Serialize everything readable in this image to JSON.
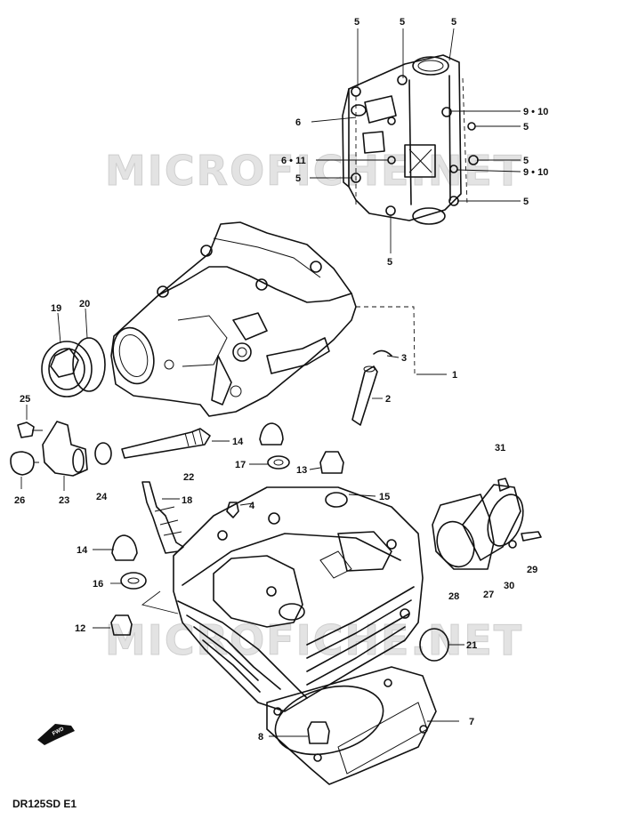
{
  "watermark": "MICROFICHE.NET",
  "model_code": "DR125SD E1",
  "fwd_label": "FWD",
  "callouts": [
    {
      "id": "c5a",
      "text": "5"
    },
    {
      "id": "c5b",
      "text": "5"
    },
    {
      "id": "c5c",
      "text": "5"
    },
    {
      "id": "c6",
      "text": "6"
    },
    {
      "id": "c910a",
      "text": "9 • 10"
    },
    {
      "id": "c5d",
      "text": "5"
    },
    {
      "id": "c611",
      "text": "6 • 11"
    },
    {
      "id": "c5e",
      "text": "5"
    },
    {
      "id": "c5f",
      "text": "5"
    },
    {
      "id": "c910b",
      "text": "9 • 10"
    },
    {
      "id": "c5g",
      "text": "5"
    },
    {
      "id": "c5h",
      "text": "5"
    },
    {
      "id": "c19",
      "text": "19"
    },
    {
      "id": "c20",
      "text": "20"
    },
    {
      "id": "c3",
      "text": "3"
    },
    {
      "id": "c1",
      "text": "1"
    },
    {
      "id": "c2",
      "text": "2"
    },
    {
      "id": "c25",
      "text": "25"
    },
    {
      "id": "c14a",
      "text": "14"
    },
    {
      "id": "c31",
      "text": "31"
    },
    {
      "id": "c17",
      "text": "17"
    },
    {
      "id": "c13",
      "text": "13"
    },
    {
      "id": "c22",
      "text": "22"
    },
    {
      "id": "c26",
      "text": "26"
    },
    {
      "id": "c23",
      "text": "23"
    },
    {
      "id": "c24",
      "text": "24"
    },
    {
      "id": "c18",
      "text": "18"
    },
    {
      "id": "c15",
      "text": "15"
    },
    {
      "id": "c4",
      "text": "4"
    },
    {
      "id": "c14b",
      "text": "14"
    },
    {
      "id": "c29",
      "text": "29"
    },
    {
      "id": "c16",
      "text": "16"
    },
    {
      "id": "c28",
      "text": "28"
    },
    {
      "id": "c27",
      "text": "27"
    },
    {
      "id": "c30",
      "text": "30"
    },
    {
      "id": "c12",
      "text": "12"
    },
    {
      "id": "c21",
      "text": "21"
    },
    {
      "id": "c7",
      "text": "7"
    },
    {
      "id": "c8",
      "text": "8"
    }
  ]
}
